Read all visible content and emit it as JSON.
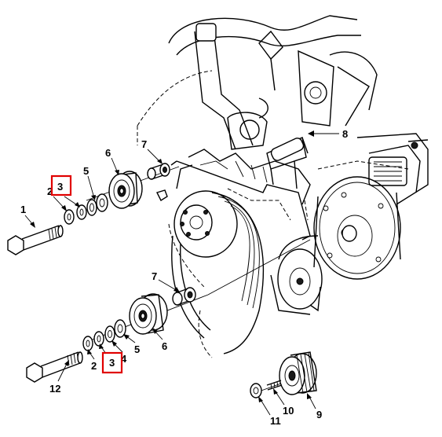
{
  "callouts": {
    "c1": "1",
    "c2_upper": "2",
    "c3_upper": "3",
    "c5_upper": "5",
    "c6_upper": "6",
    "c7_upper": "7",
    "c8": "8",
    "c7_lower": "7",
    "c4": "4",
    "c5_lower": "5",
    "c6_lower": "6",
    "c2_lower": "2",
    "c3_lower": "3",
    "c12": "12",
    "c9": "9",
    "c10": "10",
    "c11": "11"
  },
  "highlight_color": "#e00000"
}
